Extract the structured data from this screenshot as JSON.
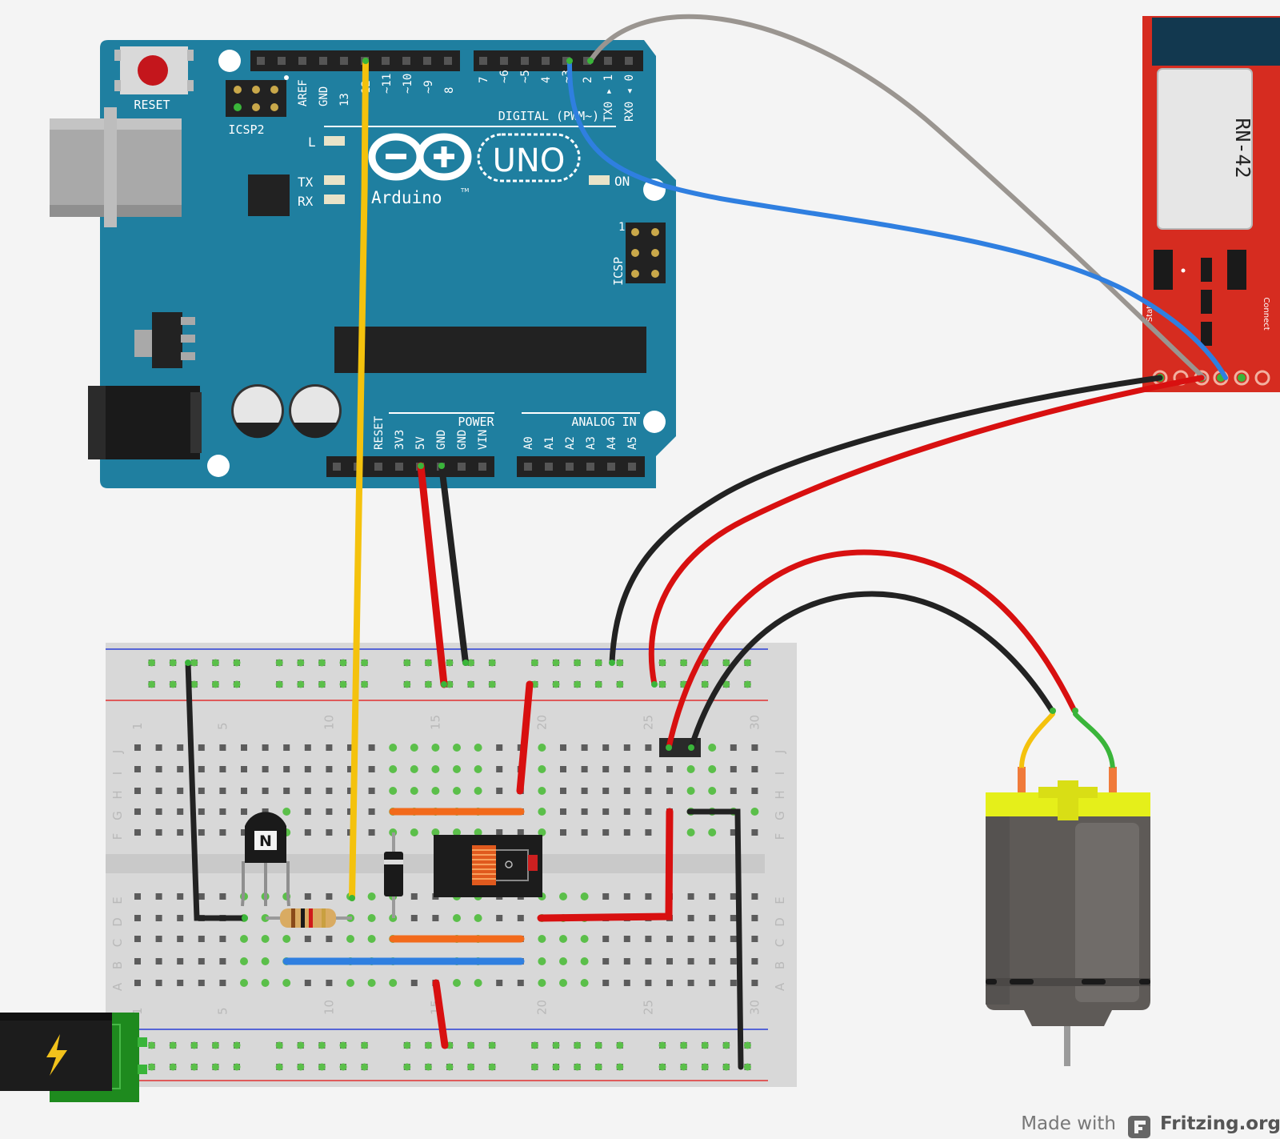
{
  "arduino": {
    "reset_label": "RESET",
    "icsp2_label": "ICSP2",
    "icsp_label": "ICSP",
    "icsp_pin1": "1",
    "logo_text": "Arduino",
    "logo_tm": "TM",
    "model": "UNO",
    "led_l": "L",
    "led_tx": "TX",
    "led_rx": "RX",
    "led_on": "ON",
    "digital_label": "DIGITAL (PWM~)",
    "power_label": "POWER",
    "analog_label": "ANALOG IN",
    "top_pins_left": [
      "AREF",
      "GND",
      "13",
      "12",
      "~11",
      "~10",
      "~9",
      "8"
    ],
    "top_pins_right": [
      "7",
      "~6",
      "~5",
      "4",
      "~3",
      "2",
      "TX0 ▸ 1",
      "RX0 ◂ 0"
    ],
    "power_pins": [
      "RESET",
      "3V3",
      "5V",
      "GND",
      "GND",
      "VIN"
    ],
    "analog_pins": [
      "A0",
      "A1",
      "A2",
      "A3",
      "A4",
      "A5"
    ],
    "color": "#1f7fa0"
  },
  "bluetooth": {
    "module": "RN-42",
    "stat_label": "Stat",
    "connect_label": "Connect",
    "color": "#d62c20"
  },
  "breadboard": {
    "column_numbers": [
      "1",
      "5",
      "10",
      "15",
      "20",
      "25",
      "30"
    ],
    "row_letters_top": [
      "J",
      "I",
      "H",
      "G",
      "F"
    ],
    "row_letters_bottom": [
      "E",
      "D",
      "C",
      "B",
      "A"
    ],
    "transistor_mark": "N"
  },
  "wire_colors": {
    "yellow": "#f4c20d",
    "red": "#d81010",
    "black": "#222222",
    "blue": "#2f7fe0",
    "gray": "#9a9590",
    "orange": "#f26a1b",
    "green": "#3ab53a"
  },
  "footer": {
    "made_with": "Made with",
    "brand": "Fritzing.org"
  }
}
